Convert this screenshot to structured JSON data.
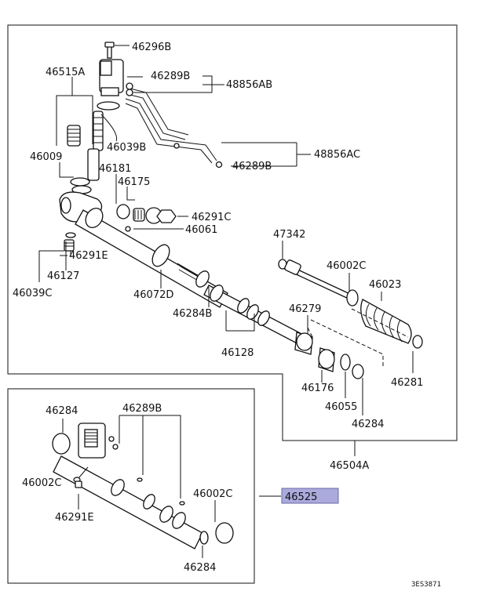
{
  "colors": {
    "highlight": "#aaaadd",
    "highlight_border": "#6a6aa8",
    "ink": "#111111"
  },
  "labels": {
    "46296B": "46296B",
    "46515A": "46515A",
    "46289B_top": "46289B",
    "48856AB": "48856AB",
    "46039B": "46039B",
    "46009": "46009",
    "46181": "46181",
    "46175": "46175",
    "48856AC": "48856AC",
    "46289B_right": "46289B",
    "46291C": "46291C",
    "46061": "46061",
    "47342": "47342",
    "46291E_top": "46291E",
    "46127": "46127",
    "46002C_top": "46002C",
    "46023": "46023",
    "46039C": "46039C",
    "46072D": "46072D",
    "46279": "46279",
    "46284B": "46284B",
    "46128": "46128",
    "46176": "46176",
    "46281": "46281",
    "46055": "46055",
    "46284_top": "46284",
    "46504A": "46504A",
    "46284_lower_a": "46284",
    "46289B_lower": "46289B",
    "46002C_lower_a": "46002C",
    "46002C_lower_b": "46002C",
    "46525": "46525",
    "46291E_lower": "46291E",
    "46284_lower_b": "46284"
  },
  "diagram_code": "3ES3871"
}
